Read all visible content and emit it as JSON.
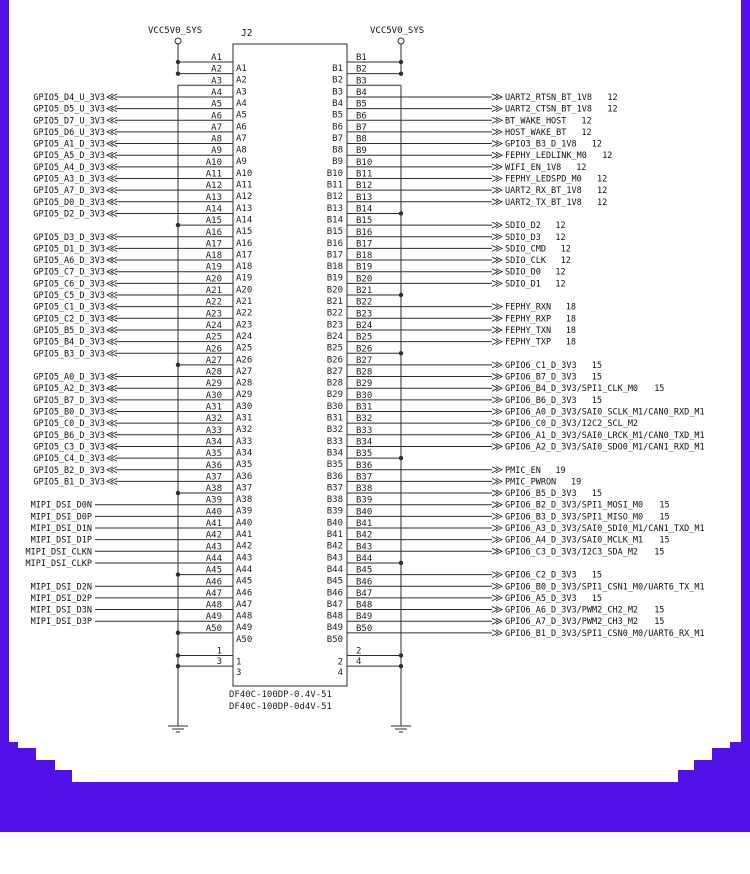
{
  "colors": {
    "frame": "#5210e8",
    "wire": "#2d2d2d",
    "body": "#ffffff"
  },
  "schematic": {
    "ref": "J2",
    "part_number": "DF40C-100DP-0.4V-51",
    "part_value": "DF40C-100DP-0d4V-51",
    "power_left": "VCC5V0_SYS",
    "power_right": "VCC5V0_SYS",
    "left_pins": [
      "A1",
      "A2",
      "A3",
      "A4",
      "A5",
      "A6",
      "A7",
      "A8",
      "A9",
      "A10",
      "A11",
      "A12",
      "A13",
      "A14",
      "A15",
      "A16",
      "A17",
      "A18",
      "A19",
      "A20",
      "A21",
      "A22",
      "A23",
      "A24",
      "A25",
      "A26",
      "A27",
      "A28",
      "A29",
      "A30",
      "A31",
      "A32",
      "A33",
      "A34",
      "A35",
      "A36",
      "A37",
      "A38",
      "A39",
      "A40",
      "A41",
      "A42",
      "A43",
      "A44",
      "A45",
      "A46",
      "A47",
      "A48",
      "A49",
      "A50"
    ],
    "right_pins": [
      "B1",
      "B2",
      "B3",
      "B4",
      "B5",
      "B6",
      "B7",
      "B8",
      "B9",
      "B10",
      "B11",
      "B12",
      "B13",
      "B14",
      "B15",
      "B16",
      "B17",
      "B18",
      "B19",
      "B20",
      "B21",
      "B22",
      "B23",
      "B24",
      "B25",
      "B26",
      "B27",
      "B28",
      "B29",
      "B30",
      "B31",
      "B32",
      "B33",
      "B34",
      "B35",
      "B36",
      "B37",
      "B38",
      "B39",
      "B40",
      "B41",
      "B42",
      "B43",
      "B44",
      "B45",
      "B46",
      "B47",
      "B48",
      "B49",
      "B50"
    ],
    "left_bottom_pins": [
      "1",
      "3"
    ],
    "right_bottom_pins": [
      "2",
      "4"
    ],
    "left_nets": [
      "",
      "",
      "",
      "GPIO5_D4_U_3V3",
      "GPIO5_D5_U_3V3",
      "GPIO5_D7_U_3V3",
      "GPIO5_D6_U_3V3",
      "GPIO5_A1_D_3V3",
      "GPIO5_A5_D_3V3",
      "GPIO5_A4_D_3V3",
      "GPIO5_A3_D_3V3",
      "GPIO5_A7_D_3V3",
      "GPIO5_D0_D_3V3",
      "GPIO5_D2_D_3V3",
      "",
      "GPIO5_D3_D_3V3",
      "GPIO5_D1_D_3V3",
      "GPIO5_A6_D_3V3",
      "GPIO5_C7_D_3V3",
      "GPIO5_C6_D_3V3",
      "GPIO5_C5_D_3V3",
      "GPIO5_C1_D_3V3",
      "GPIO5_C2_D_3V3",
      "GPIO5_B5_D_3V3",
      "GPIO5_B4_D_3V3",
      "GPIO5_B3_D_3V3",
      "",
      "GPIO5_A0_D_3V3",
      "GPIO5_A2_D_3V3",
      "GPIO5_B7_D_3V3",
      "GPIO5_B0_D_3V3",
      "GPIO5_C0_D_3V3",
      "GPIO5_B6_D_3V3",
      "GPIO5_C3_D_3V3",
      "GPIO5_C4_D_3V3",
      "GPIO5_B2_D_3V3",
      "GPIO5_B1_D_3V3",
      "",
      "MIPI_DSI_D0N",
      "MIPI_DSI_D0P",
      "MIPI_DSI_D1N",
      "MIPI_DSI_D1P",
      "MIPI_DSI_CLKN",
      "MIPI_DSI_CLKP",
      "",
      "MIPI_DSI_D2N",
      "MIPI_DSI_D2P",
      "MIPI_DSI_D3N",
      "MIPI_DSI_D3P",
      ""
    ],
    "right_nets": [
      "",
      "",
      "",
      "UART2_RTSN_BT_1V8",
      "UART2_CTSN_BT_1V8",
      "BT_WAKE_HOST",
      "HOST_WAKE_BT",
      "GPIO3_B3_D_1V8",
      "FEPHY_LEDLINK_M0",
      "WIFI_EN_1V8",
      "FEPHY_LEDSPD_M0",
      "UART2_RX_BT_1V8",
      "UART2_TX_BT_1V8",
      "",
      "SDIO_D2",
      "SDIO_D3",
      "SDIO_CMD",
      "SDIO_CLK",
      "SDIO_D0",
      "SDIO_D1",
      "",
      "FEPHY_RXN",
      "FEPHY_RXP",
      "FEPHY_TXN",
      "FEPHY_TXP",
      "",
      "GPIO6_C1_D_3V3",
      "GPIO6_B7_D_3V3",
      "GPIO6_B4_D_3V3/SPI1_CLK_M0",
      "GPIO6_B6_D_3V3",
      "GPIO6_A0_D_3V3/SAI0_SCLK_M1/CAN0_RXD_M1",
      "GPIO6_C0_D_3V3/I2C2_SCL_M2",
      "GPIO6_A1_D_3V3/SAI0_LRCK_M1/CAN0_TXD_M1",
      "GPIO6_A2_D_3V3/SAI0_SDO0_M1/CAN1_RXD_M1",
      "",
      "PMIC_EN",
      "PMIC_PWRON",
      "GPIO6_B5_D_3V3",
      "GPIO6_B2_D_3V3/SPI1_MOSI_M0",
      "GPIO6_B3_D_3V3/SPI1_MISO_M0",
      "GPIO6_A3_D_3V3/SAI0_SDI0_M1/CAN1_TXD_M1",
      "GPIO6_A4_D_3V3/SAI0_MCLK_M1",
      "GPIO6_C3_D_3V3/I2C3_SDA_M2",
      "",
      "GPIO6_C2_D_3V3",
      "GPIO6_B0_D_3V3/SPI1_CSN1_M0/UART6_TX_M1",
      "GPIO6_A5_D_3V3",
      "GPIO6_A6_D_3V3/PWM2_CH2_M2",
      "GPIO6_A7_D_3V3/PWM2_CH3_M2",
      "GPIO6_B1_D_3V3/SPI1_CSN0_M0/UART6_RX_M1"
    ],
    "right_refs": [
      "",
      "",
      "",
      "12",
      "12",
      "12",
      "12",
      "12",
      "12",
      "12",
      "12",
      "12",
      "12",
      "",
      "12",
      "12",
      "12",
      "12",
      "12",
      "12",
      "",
      "18",
      "18",
      "18",
      "18",
      "",
      "15",
      "15",
      "15",
      "15",
      "",
      "",
      "",
      "",
      "",
      "19",
      "19",
      "15",
      "15",
      "15",
      "",
      "15",
      "15",
      "",
      "15",
      "",
      "15",
      "15",
      "15",
      ""
    ]
  }
}
